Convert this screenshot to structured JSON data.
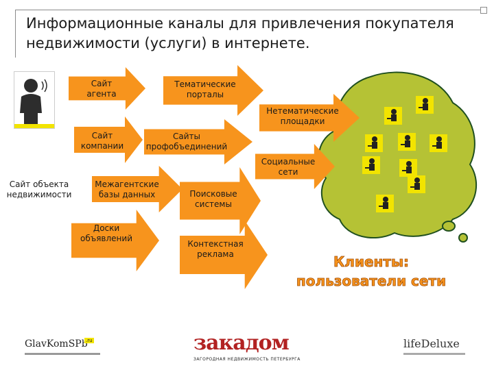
{
  "title": "Информационные каналы для привлечения покупателя\nнедвижимости (услуги) в интернете.",
  "channels": {
    "agent_site": "Сайт\nагента",
    "thematic_portals": "Тематические\nпорталы",
    "non_thematic": "Нетематические\nплощадки",
    "company_site": "Сайт\nкомпании",
    "assoc_sites": "Сайты\nпрофобъединений",
    "social": "Социальные\nсети",
    "object_site": "Сайт объекта\nнедвижимости",
    "interagency": "Межагентские\nбазы данных",
    "search": "Поисковые\nсистемы",
    "boards": "Доски\nобъявлений",
    "context_ads": "Контекстная\nреклама"
  },
  "clients_caption": "Клиенты:\nпользователи сети",
  "logos": {
    "glavkom": "GlavKomSPb",
    "glavkom_sup": ".ru",
    "zakadom": "закадом",
    "zakadom_sub": "ЗАГОРОДНАЯ НЕДВИЖИМОСТЬ ПЕТЕРБУРГА",
    "lifedeluxe": "lifeDeluxe"
  },
  "colors": {
    "arrow": "#f7941d",
    "cloud_fill": "#b5c235",
    "cloud_stroke": "#1f4f1f",
    "caption": "#f7941d",
    "icon_bg": "#f2e400"
  },
  "icons": {
    "presenter": "person-speaking-icon",
    "client": "person-at-laptop-icon"
  }
}
